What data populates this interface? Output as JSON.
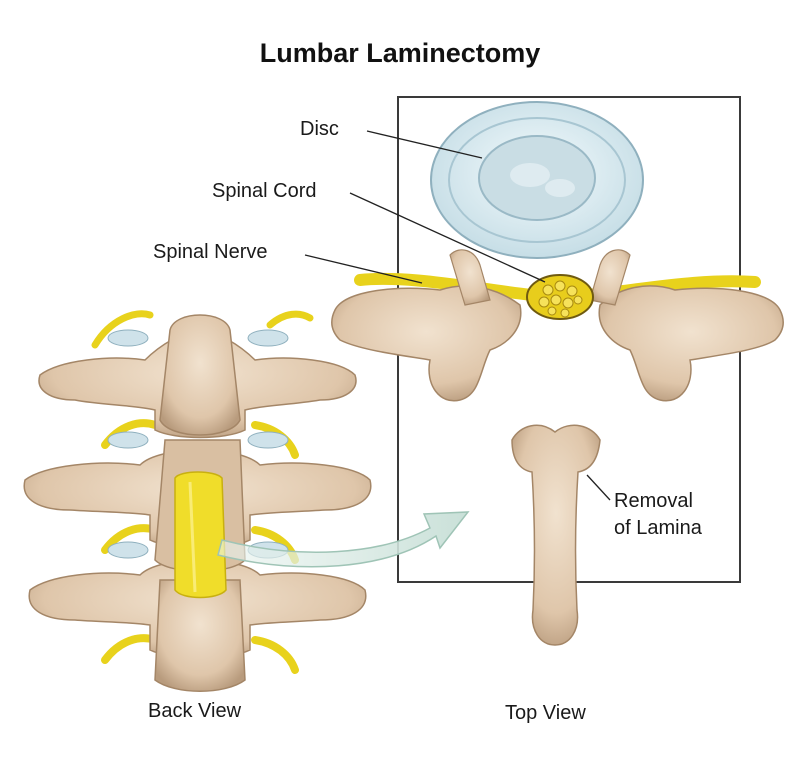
{
  "diagram": {
    "title": "Lumbar Laminectomy",
    "labels": {
      "disc": "Disc",
      "spinal_cord": "Spinal Cord",
      "spinal_nerve": "Spinal Nerve",
      "removal_line1": "Removal",
      "removal_line2": "of Lamina"
    },
    "views": {
      "back": "Back View",
      "top": "Top View"
    },
    "colors": {
      "bone": "#e3cdb4",
      "bone_shadow": "#b79a7c",
      "nerve": "#e8d21c",
      "disc": "#d6e8ee",
      "disc_outline": "#9bbccb",
      "arrow": "#cfe3dc"
    }
  }
}
